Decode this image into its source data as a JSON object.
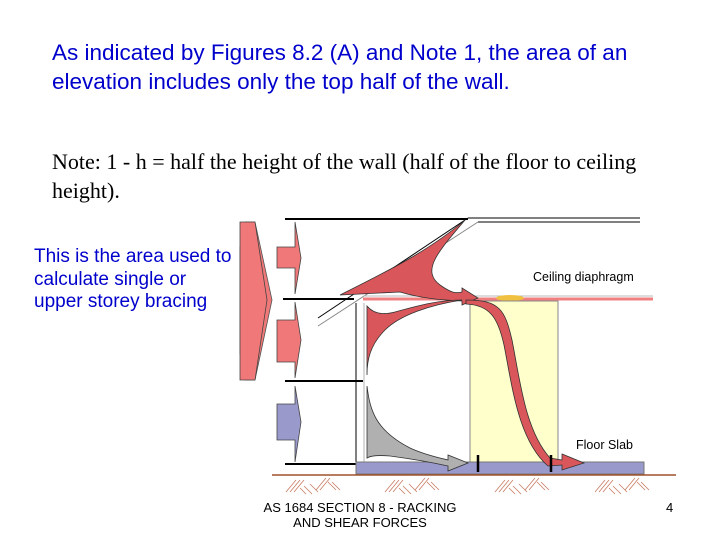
{
  "slide": {
    "heading": "As indicated by Figures 8.2 (A) and Note 1,  the area of an elevation includes only the top half of the wall.",
    "note": "Note: 1 - h = half the height of the wall (half of the floor to ceiling height).",
    "side_text": "This is the area used to calculate single or upper storey bracing",
    "footer": {
      "line1": "AS 1684  SECTION 8 - RACKING",
      "line2": "AND SHEAR FORCES",
      "page_number": "4"
    }
  },
  "diagram": {
    "labels": {
      "ceiling": "Ceiling diaphragm",
      "floor": "Floor Slab"
    },
    "colors": {
      "wind_red": "#f07878",
      "wind_blue": "#9999cc",
      "force_red": "#d9575a",
      "force_grey": "#b0b0b0",
      "wall_panel": "#ffffcc",
      "slab": "#9999cc",
      "ground": "#a0522d",
      "ceiling_line": "#f08080"
    }
  }
}
